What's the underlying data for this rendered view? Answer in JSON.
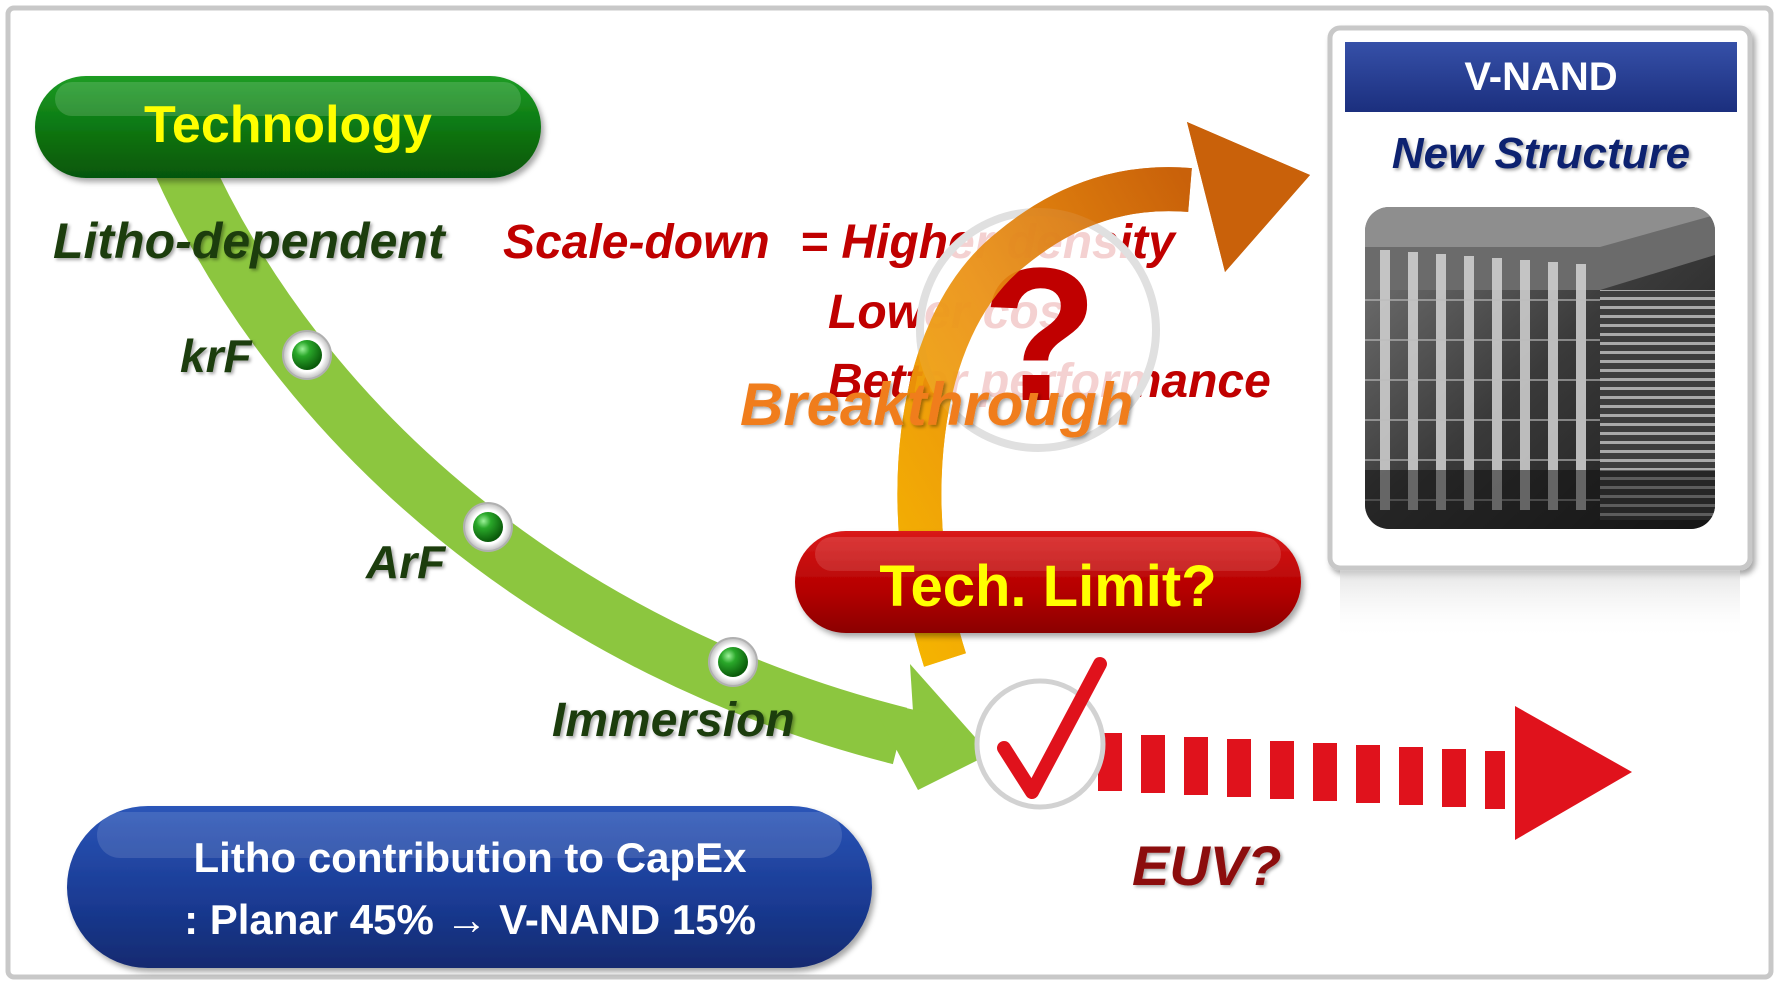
{
  "technology_label": "Technology",
  "litho_dependent": "Litho-dependent",
  "milestones": [
    "krF",
    "ArF",
    "Immersion"
  ],
  "scale_down": {
    "lead": "Scale-down",
    "line1": "= Higher density",
    "line2": "Lower cost",
    "line3": "Better performance"
  },
  "breakthrough": "Breakthrough",
  "question_mark": "?",
  "tech_limit": "Tech. Limit?",
  "euv": "EUV?",
  "vnand": {
    "header": "V-NAND",
    "subtitle": "New Structure"
  },
  "capex": {
    "line1": "Litho contribution to CapEx",
    "line2": ": Planar 45% → V-NAND 15%"
  },
  "colors": {
    "green_dark": "#0e6b12",
    "green_arrow": "#8cc63f",
    "red": "#c00000",
    "yellow": "#ffff00",
    "orange": "#f07d1a",
    "navy": "#1f3b8f",
    "dark_green_text": "#1d3d10"
  }
}
